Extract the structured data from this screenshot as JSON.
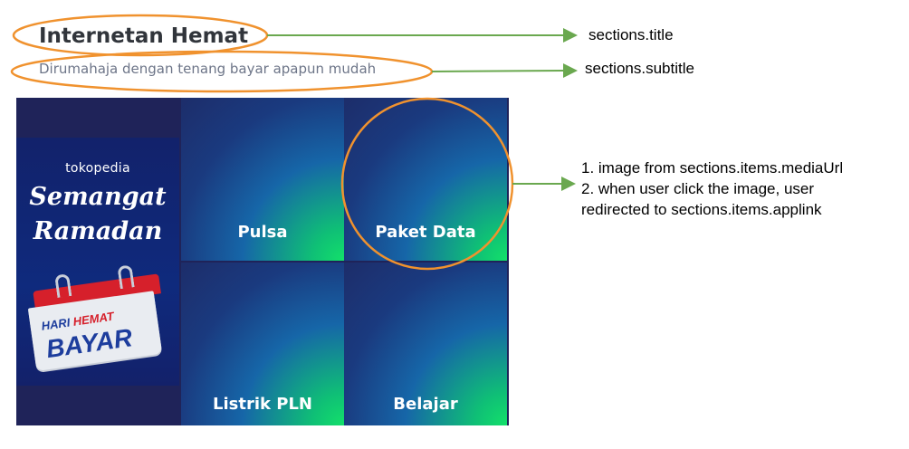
{
  "section": {
    "title": "Internetan Hemat",
    "subtitle": "Dirumahaja dengan tenang bayar apapun mudah"
  },
  "promo_banner": {
    "brand": "tokopedia",
    "line1": "Semangat",
    "line2": "Ramadan",
    "calendar_text_a": "HARI ",
    "calendar_text_b": "HEMAT",
    "calendar_text_c": "BAYAR"
  },
  "tiles": [
    {
      "label": "Pulsa"
    },
    {
      "label": "Paket Data"
    },
    {
      "label": "Listrik PLN"
    },
    {
      "label": "Belajar"
    }
  ],
  "annotations": {
    "title_ref": "sections.title",
    "subtitle_ref": "sections.subtitle",
    "notes": [
      "1. image from sections.items.mediaUrl",
      "2. when user click the image, user",
      "redirected to sections.items.applink"
    ]
  },
  "colors": {
    "highlight_oval": "#f0922e",
    "arrow": "#6aa84f",
    "banner_bg": "#1f2359",
    "accent_green": "#13e06a"
  }
}
